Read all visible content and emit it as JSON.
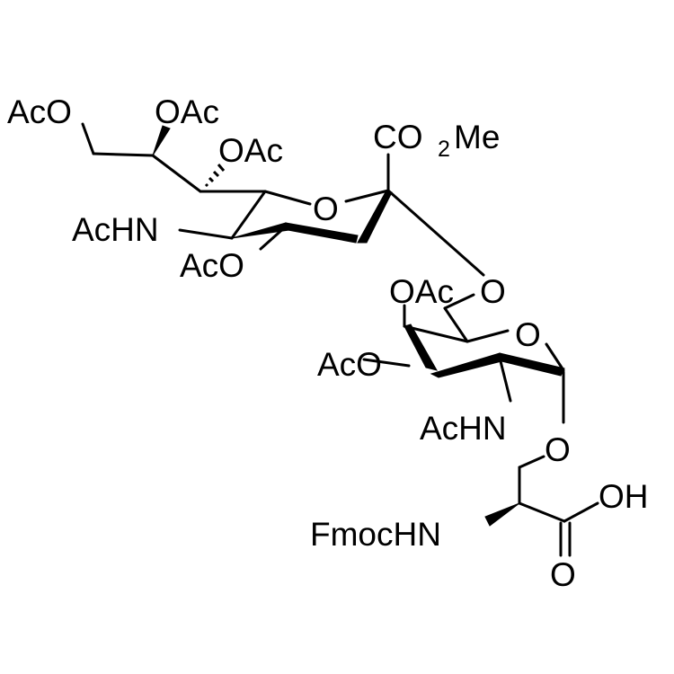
{
  "molecule": {
    "type": "structural-formula",
    "description": "Fmoc-Ser(Ac4-Neu5Ac-methyl ester-(2-6)-Ac2-GalNAc-alpha)-OH glycosylated serine building block",
    "labels": {
      "aco_top_left": "AcO",
      "oac_c8": "OAc",
      "oac_c7": "OAc",
      "co2me_c": "CO",
      "co2me_sub": "2",
      "co2me_me": "Me",
      "ring_o_sialic": "O",
      "achn_sialic": "AcHN",
      "aco_c4_sialic": "AcO",
      "oac_c4_galnac": "OAc",
      "glyco_link_o": "O",
      "ring_o_galnac": "O",
      "aco_c3_galnac": "AcO",
      "achn_galnac": "AcHN",
      "ser_o": "O",
      "fmochn": "FmocHN",
      "oh": "OH",
      "carbonyl_o": "O"
    },
    "colors": {
      "ink": "#000000",
      "background": "#ffffff"
    }
  }
}
